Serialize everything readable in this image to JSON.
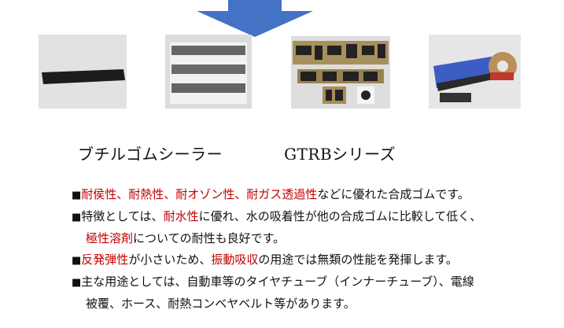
{
  "colors": {
    "arrow": "#4472c4",
    "highlight": "#c00000",
    "text": "#111111"
  },
  "photos": [
    {
      "name": "black-rubber-strip"
    },
    {
      "name": "sealer-sheet-strips"
    },
    {
      "name": "die-cut-gaskets"
    },
    {
      "name": "tape-roll-application"
    }
  ],
  "title": {
    "product": "ブチルゴムシーラー",
    "series": "GTRBシリーズ"
  },
  "bullet": "■",
  "lines": [
    {
      "segments": [
        {
          "t": "耐侯性、耐熱性、耐オゾン性、耐ガス透過性",
          "hl": true
        },
        {
          "t": "などに優れた合成ゴムです。",
          "hl": false
        }
      ]
    },
    {
      "segments": [
        {
          "t": "特徴としては、",
          "hl": false
        },
        {
          "t": "耐水性",
          "hl": true
        },
        {
          "t": "に優れ、水の吸着性が他の合成ゴムに比較して低く、",
          "hl": false
        }
      ]
    },
    {
      "segments": [
        {
          "t": "極性溶剤",
          "hl": true
        },
        {
          "t": "についての耐性も良好です。",
          "hl": false
        }
      ]
    },
    {
      "segments": [
        {
          "t": "反発弾性",
          "hl": true
        },
        {
          "t": "が小さいため、",
          "hl": false
        },
        {
          "t": "振動吸収",
          "hl": true
        },
        {
          "t": "の用途では無類の性能を発揮します。",
          "hl": false
        }
      ]
    },
    {
      "segments": [
        {
          "t": "主な用途としては、自動車等のタイヤチューブ（インナーチューブ）、電線",
          "hl": false
        }
      ]
    },
    {
      "segments": [
        {
          "t": "被覆、ホース、耐熱コンベヤベルト等があります。",
          "hl": false
        }
      ]
    }
  ]
}
